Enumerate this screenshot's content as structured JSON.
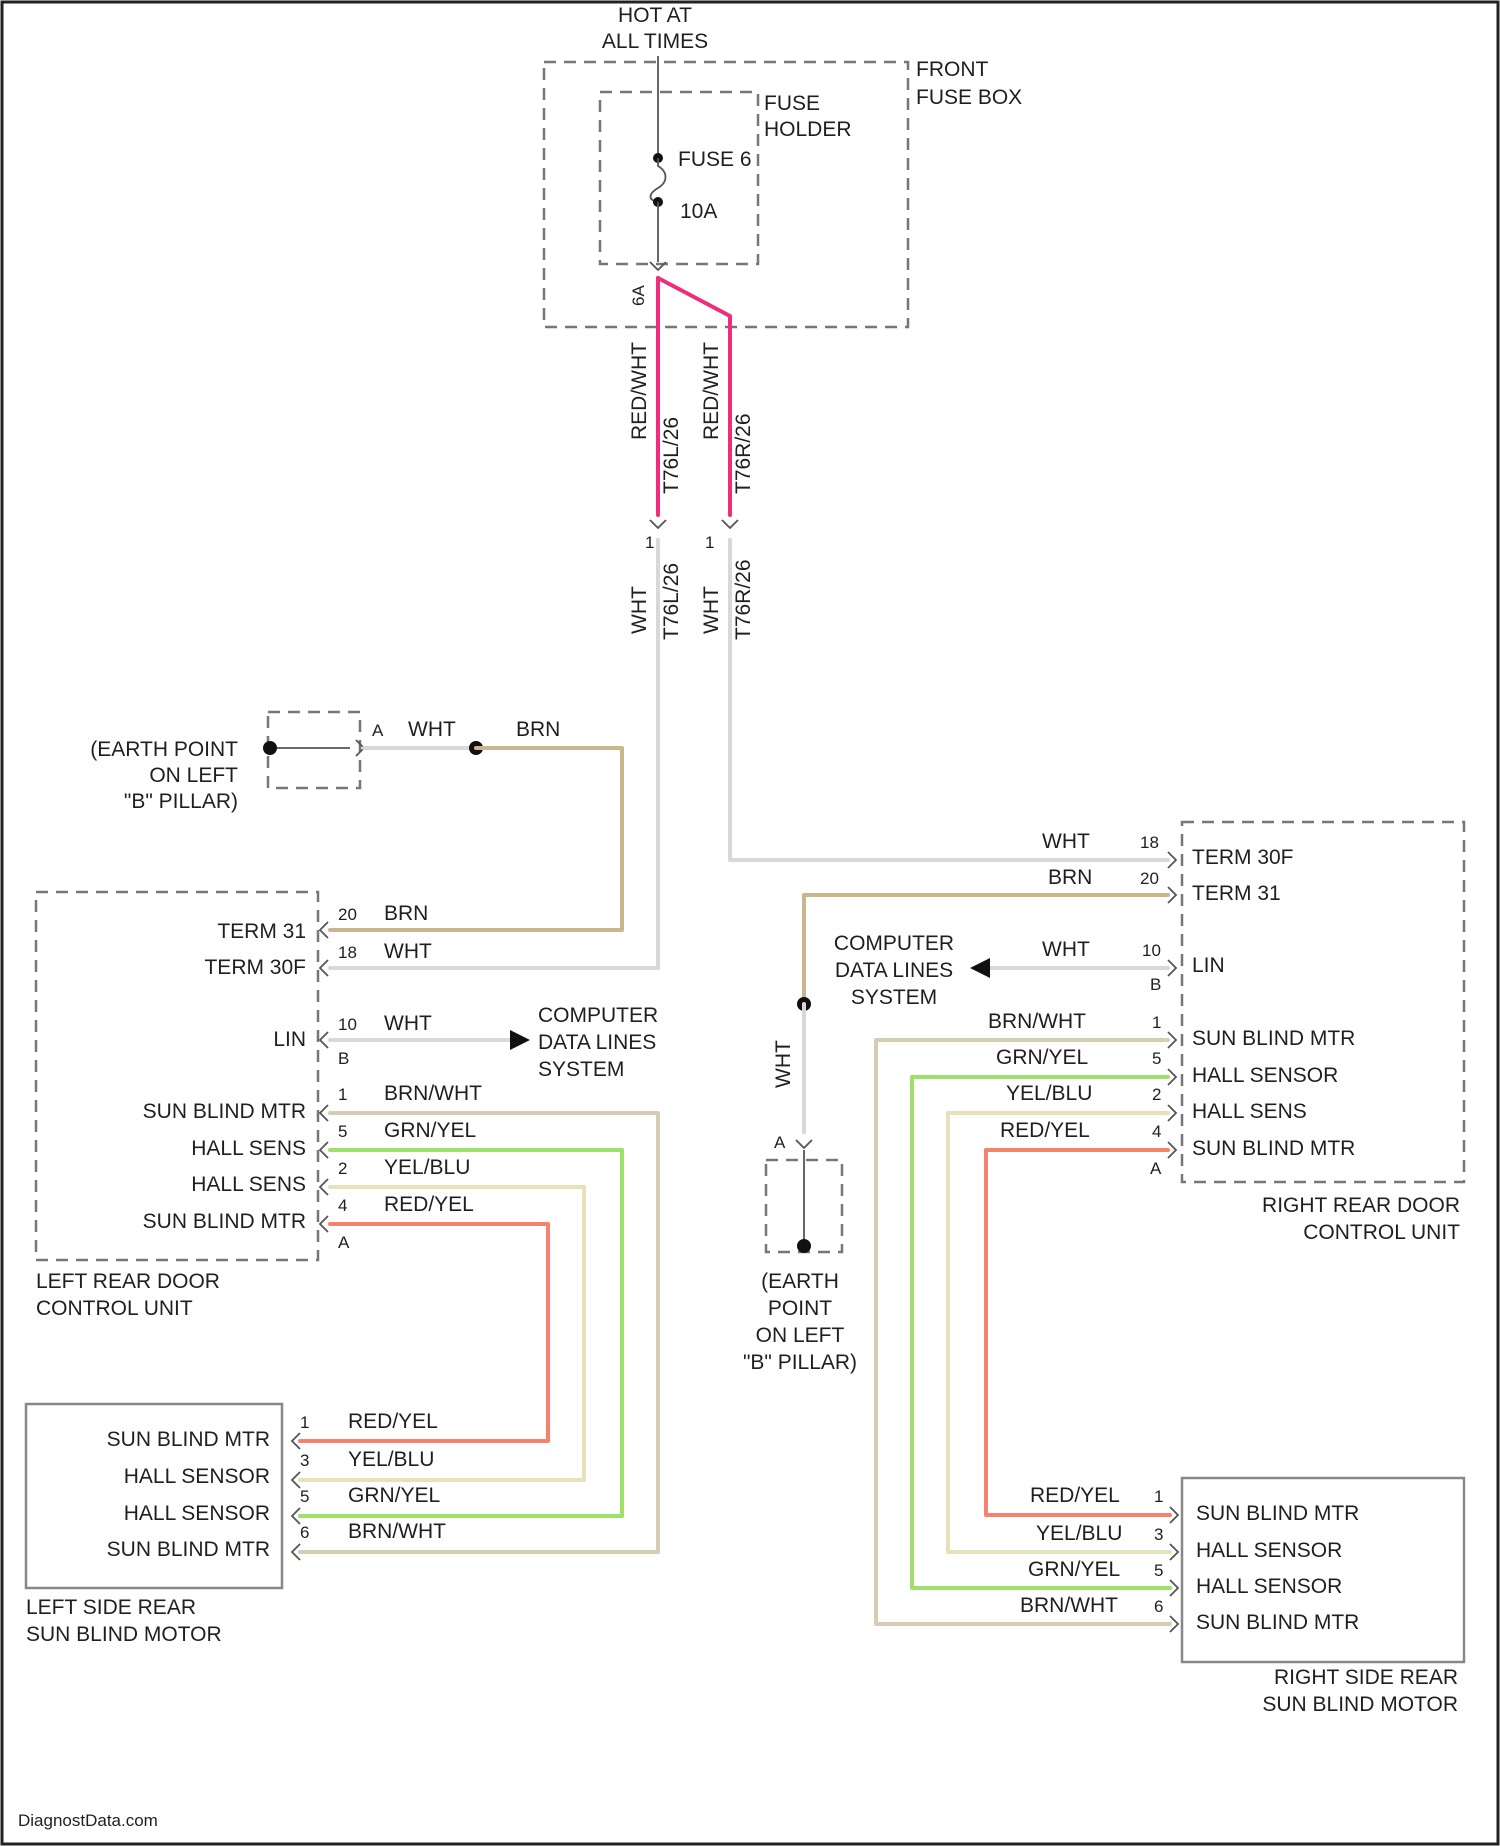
{
  "colors": {
    "red_wht": "#ee2d7c",
    "wht": "#d8d8d8",
    "brn": "#c9b68d",
    "brn_wht": "#d6cdb4",
    "grn_yel": "#9fe06a",
    "yel_blu": "#e7e0b8",
    "red_yel": "#f5836c"
  },
  "power": {
    "hot_line1": "HOT AT",
    "hot_line2": "ALL TIMES",
    "front_fuse_box_line1": "FRONT",
    "front_fuse_box_line2": "FUSE BOX",
    "fuse_holder_line1": "FUSE",
    "fuse_holder_line2": "HOLDER",
    "fuse_name": "FUSE 6",
    "fuse_rating": "10A",
    "fuse_pin": "6A"
  },
  "wires": {
    "left_feed_color": "RED/WHT",
    "left_feed_code": "T76L/26",
    "right_feed_color": "RED/WHT",
    "right_feed_code": "T76R/26",
    "left_conn_pin": "1",
    "right_conn_pin": "1",
    "left_lower_color": "WHT",
    "left_lower_code": "T76L/26",
    "right_lower_color": "WHT",
    "right_lower_code": "T76R/26",
    "wht": "WHT",
    "brn": "BRN"
  },
  "earth_left": {
    "line1": "(EARTH POINT",
    "line2": "ON LEFT",
    "line3": "\"B\" PILLAR)",
    "pin": "A",
    "wire1": "WHT",
    "wire2": "BRN"
  },
  "earth_center": {
    "line1": "(EARTH",
    "line2": "POINT",
    "line3": "ON LEFT",
    "line4": "\"B\" PILLAR)",
    "pin": "A",
    "wire": "WHT"
  },
  "left_rear_door": {
    "name_line1": "LEFT REAR DOOR",
    "name_line2": "CONTROL UNIT",
    "term31": "TERM 31",
    "term30f": "TERM 30F",
    "lin": "LIN",
    "sun_blind_mtr_a": "SUN BLIND MTR",
    "hall_sens_a": "HALL SENS",
    "hall_sens_b": "HALL SENS",
    "sun_blind_mtr_b": "SUN BLIND MTR",
    "pin_term31": "20",
    "pin_term30f": "18",
    "pin_lin": "10",
    "conn_b": "B",
    "pin_mtr_a": "1",
    "pin_hall_a": "5",
    "pin_hall_b": "2",
    "pin_mtr_b": "4",
    "conn_a": "A",
    "wire_term31": "BRN",
    "wire_term30f": "WHT",
    "wire_lin": "WHT",
    "wire_mtr_a": "BRN/WHT",
    "wire_hall_a": "GRN/YEL",
    "wire_hall_b": "YEL/BLU",
    "wire_mtr_b": "RED/YEL"
  },
  "cdl_left": {
    "line1": "COMPUTER",
    "line2": "DATA LINES",
    "line3": "SYSTEM"
  },
  "cdl_right": {
    "line1": "COMPUTER",
    "line2": "DATA LINES",
    "line3": "SYSTEM"
  },
  "right_rear_door": {
    "name_line1": "RIGHT REAR DOOR",
    "name_line2": "CONTROL UNIT",
    "term30f": "TERM 30F",
    "term31": "TERM 31",
    "lin": "LIN",
    "sun_blind_mtr_a": "SUN BLIND MTR",
    "hall_sensor": "HALL SENSOR",
    "hall_sens": "HALL SENS",
    "sun_blind_mtr_b": "SUN BLIND MTR",
    "pin_term30f": "18",
    "pin_term31": "20",
    "pin_lin": "10",
    "conn_b": "B",
    "pin_mtr_a": "1",
    "pin_hall_a": "5",
    "pin_hall_b": "2",
    "pin_mtr_b": "4",
    "conn_a": "A",
    "wire_term30f": "WHT",
    "wire_term31": "BRN",
    "wire_lin": "WHT",
    "wire_mtr_a": "BRN/WHT",
    "wire_hall_a": "GRN/YEL",
    "wire_hall_b": "YEL/BLU",
    "wire_mtr_b": "RED/YEL"
  },
  "left_motor": {
    "name_line1": "LEFT SIDE REAR",
    "name_line2": "SUN BLIND MOTOR",
    "label1": "SUN BLIND MTR",
    "label2": "HALL SENSOR",
    "label3": "HALL SENSOR",
    "label4": "SUN BLIND MTR",
    "pin1": "1",
    "pin2": "3",
    "pin3": "5",
    "pin4": "6",
    "wire1": "RED/YEL",
    "wire2": "YEL/BLU",
    "wire3": "GRN/YEL",
    "wire4": "BRN/WHT"
  },
  "right_motor": {
    "name_line1": "RIGHT SIDE REAR",
    "name_line2": "SUN BLIND MOTOR",
    "label1": "SUN BLIND MTR",
    "label2": "HALL SENSOR",
    "label3": "HALL SENSOR",
    "label4": "SUN BLIND MTR",
    "pin1": "1",
    "pin2": "3",
    "pin3": "5",
    "pin4": "6",
    "wire1": "RED/YEL",
    "wire2": "YEL/BLU",
    "wire3": "GRN/YEL",
    "wire4": "BRN/WHT"
  },
  "footer": {
    "watermark": "DiagnostData.com"
  }
}
